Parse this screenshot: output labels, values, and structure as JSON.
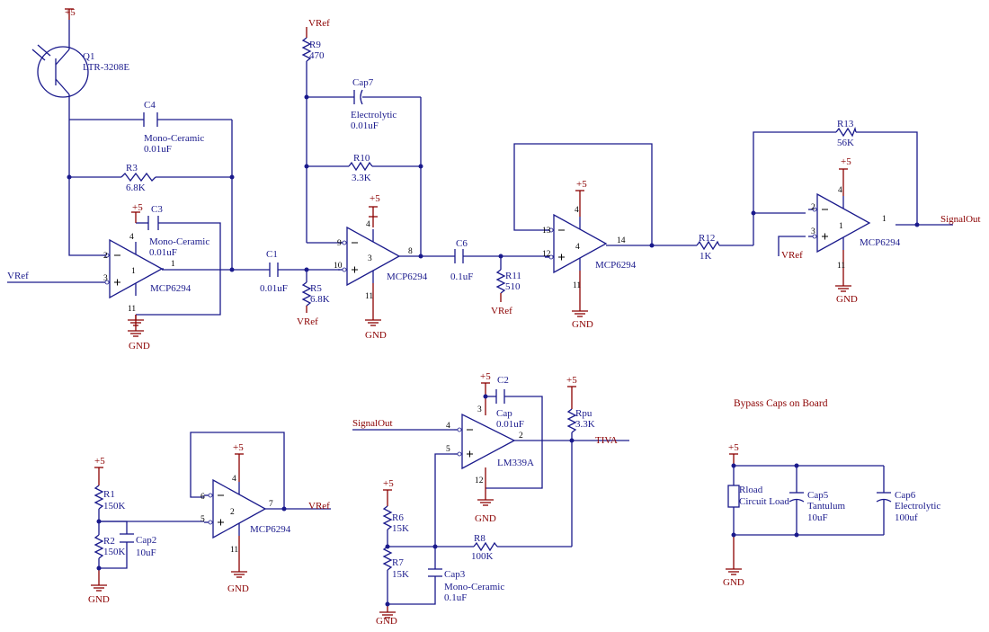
{
  "title": "Bypass Caps on Board",
  "power": {
    "vcc": "+5",
    "vref": "VRef",
    "gnd": "GND"
  },
  "nets": {
    "signal_out": "SignalOut",
    "tiva": "TIVA"
  },
  "components": {
    "q1": {
      "ref": "Q1",
      "value": "LTR-3208E"
    },
    "c4": {
      "ref": "C4",
      "value1": "Mono-Ceramic",
      "value2": "0.01uF"
    },
    "r3": {
      "ref": "R3",
      "value": "6.8K"
    },
    "c3": {
      "ref": "C3",
      "value1": "Mono-Ceramic",
      "value2": "0.01uF"
    },
    "u1a": {
      "part": "MCP6294",
      "unit": "1",
      "in_minus": "2",
      "in_plus": "3",
      "out": "1",
      "vdd": "4",
      "vss": "11"
    },
    "c1": {
      "ref": "C1",
      "value": "0.01uF"
    },
    "r9": {
      "ref": "R9",
      "value": "470"
    },
    "cap7": {
      "ref": "Cap7",
      "value1": "Electrolytic",
      "value2": "0.01uF"
    },
    "r10": {
      "ref": "R10",
      "value": "3.3K"
    },
    "r5": {
      "ref": "R5",
      "value": "6.8K"
    },
    "u1c": {
      "part": "MCP6294",
      "unit": "3",
      "in_minus": "9",
      "in_plus": "10",
      "out": "8",
      "vdd": "4",
      "vss": "11"
    },
    "c6": {
      "ref": "C6",
      "value": "0.1uF"
    },
    "r11": {
      "ref": "R11",
      "value": "510"
    },
    "u1d": {
      "part": "MCP6294",
      "unit": "4",
      "in_minus": "13",
      "in_plus": "12",
      "out": "14",
      "vdd": "4",
      "vss": "11"
    },
    "r12": {
      "ref": "R12",
      "value": "1K"
    },
    "r13": {
      "ref": "R13",
      "value": "56K"
    },
    "u2a": {
      "part": "MCP6294",
      "unit": "1",
      "in_minus": "2",
      "in_plus": "3",
      "out": "1",
      "vdd": "4",
      "vss": "11"
    },
    "r1": {
      "ref": "R1",
      "value": "150K"
    },
    "r2": {
      "ref": "R2",
      "value": "150K"
    },
    "cap2": {
      "ref": "Cap2",
      "value": "10uF"
    },
    "u1b": {
      "part": "MCP6294",
      "unit": "2",
      "in_minus": "6",
      "in_plus": "5",
      "out": "7",
      "vdd": "4",
      "vss": "11"
    },
    "c2": {
      "ref": "C2",
      "value1": "Cap",
      "value2": "0.01uF"
    },
    "lm339": {
      "part": "LM339A",
      "in_minus": "4",
      "in_plus": "5",
      "out": "2",
      "vcc": "3",
      "gnd": "12"
    },
    "rpu": {
      "ref": "Rpu",
      "value": "3.3K"
    },
    "r6": {
      "ref": "R6",
      "value": "15K"
    },
    "r7": {
      "ref": "R7",
      "value": "15K"
    },
    "r8": {
      "ref": "R8",
      "value": "100K"
    },
    "cap3": {
      "ref": "Cap3",
      "value1": "Mono-Ceramic",
      "value2": "0.1uF"
    },
    "rload": {
      "ref": "Rload",
      "value": "Circuit Load"
    },
    "cap5": {
      "ref": "Cap5",
      "value1": "Tantulum",
      "value2": "10uF"
    },
    "cap6": {
      "ref": "Cap6",
      "value1": "Electrolytic",
      "value2": "100uf"
    }
  }
}
